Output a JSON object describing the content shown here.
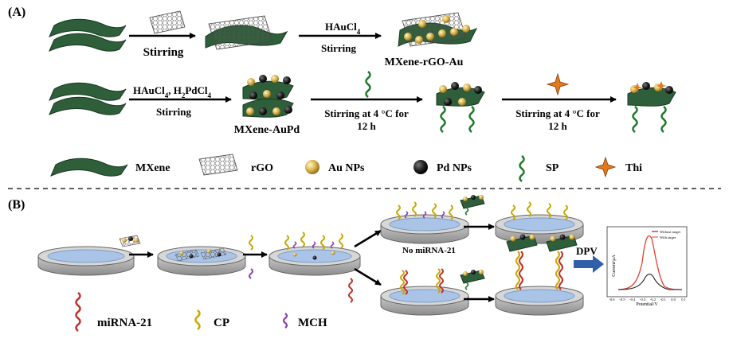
{
  "panels": {
    "a_label": "(A)",
    "b_label": "(B)"
  },
  "row1": {
    "step1": "Stirring",
    "step2_reagent": "HAuCl",
    "step2_reagent_sub": "4",
    "step2_action": "Stirring",
    "product": "MXene-rGO-Au"
  },
  "row2": {
    "reagent_part1": "HAuCl",
    "reagent_sub1": "4",
    "reagent_part2": ", H",
    "reagent_sub2": "2",
    "reagent_part3": "PdCl",
    "reagent_sub3": "4",
    "step1_action": "Stirring",
    "product": "MXene-AuPd",
    "step2_line1": "Stirring at 4 °C for",
    "step2_line2": "12 h",
    "step3_line1": "Stirring at 4 °C for",
    "step3_line2": "12 h"
  },
  "legend": {
    "mxene": "MXene",
    "rgo": "rGO",
    "au": "Au NPs",
    "pd": "Pd NPs",
    "sp": "SP",
    "thi": "Thi"
  },
  "panel_b": {
    "no_target": "No miRNA-21",
    "dpv": "DPV",
    "legend_mirna": "miRNA-21",
    "legend_cp": "CP",
    "legend_mch": "MCH"
  },
  "inset": {
    "ylabel": "Current/μA",
    "xlabel": "Potential/V",
    "series_without": "Without target",
    "series_with": "With target",
    "xticks": [
      "-0.6",
      "-0.5",
      "-0.4",
      "-0.3",
      "-0.2",
      "-0.1",
      "0.0",
      "0.1"
    ]
  },
  "colors": {
    "mxene": "#2f5e3a",
    "gold": "#d9b24a",
    "pd": "#1b1b1b",
    "sp_strand": "#1e7a2a",
    "thi": "#e07a1f",
    "mirna": "#c0312b",
    "cp": "#c9a800",
    "mch": "#8a3fb0",
    "electrode_top": "#a9c4e6",
    "arrow_blue": "#2f5fa8",
    "inset_red": "#e0402f"
  }
}
